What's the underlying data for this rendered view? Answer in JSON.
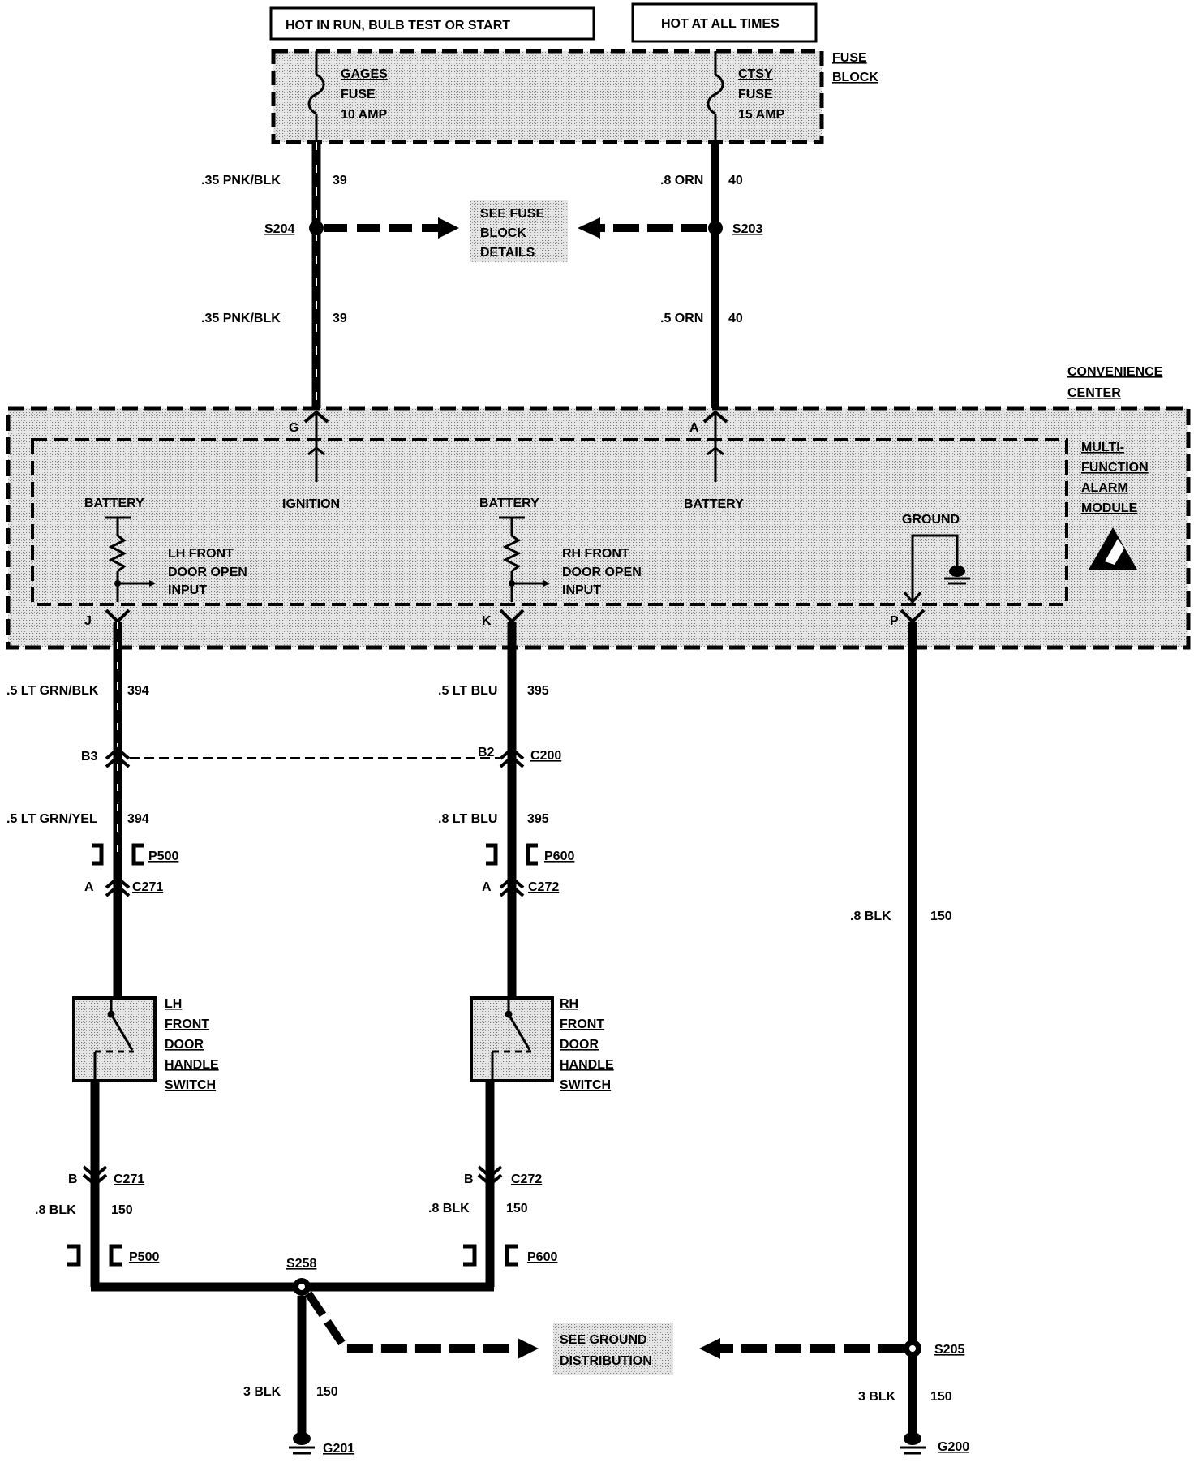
{
  "power_sources": {
    "run": "HOT IN RUN, BULB TEST OR START",
    "always": "HOT AT ALL TIMES"
  },
  "fuse_block": {
    "label": [
      "FUSE",
      "BLOCK"
    ],
    "gages": [
      "GAGES",
      "FUSE",
      "10 AMP"
    ],
    "ctsy": [
      "CTSY",
      "FUSE",
      "15 AMP"
    ]
  },
  "splices": {
    "s204": "S204",
    "s203": "S203",
    "s258": "S258",
    "s205": "S205"
  },
  "see_fuse_block": [
    "SEE FUSE",
    "BLOCK",
    "DETAILS"
  ],
  "see_ground": [
    "SEE GROUND",
    "DISTRIBUTION"
  ],
  "wires": {
    "w39_top": ".35 PNK/BLK",
    "w39_bot": ".35 PNK/BLK",
    "c39": "39",
    "w40_top": ".8 ORN",
    "w40_bot": ".5 ORN",
    "c40": "40",
    "w394_top": ".5 LT GRN/BLK",
    "w394_bot": ".5 LT GRN/YEL",
    "c394": "394",
    "w395_top": ".5 LT BLU",
    "w395_bot": ".8 LT BLU",
    "c395": "395",
    "w150_mod": ".8 BLK",
    "w150_lh": ".8 BLK",
    "w150_rh": ".8 BLK",
    "w150_g201": "3 BLK",
    "w150_g200": "3 BLK",
    "c150": "150"
  },
  "module": {
    "center_label": [
      "CONVENIENCE",
      "CENTER"
    ],
    "module_label": [
      "MULTI-",
      "FUNCTION",
      "ALARM",
      "MODULE"
    ],
    "pins": {
      "G": "G",
      "A": "A",
      "J": "J",
      "K": "K",
      "P": "P"
    },
    "ignition": "IGNITION",
    "battery": "BATTERY",
    "ground": "GROUND",
    "lh_input": [
      "LH FRONT",
      "DOOR OPEN",
      "INPUT"
    ],
    "rh_input": [
      "RH FRONT",
      "DOOR OPEN",
      "INPUT"
    ]
  },
  "connectors": {
    "c200": "C200",
    "b3": "B3",
    "b2": "B2",
    "c271": "C271",
    "c272": "C272",
    "p500": "P500",
    "p600": "P600",
    "pin_a": "A",
    "pin_b": "B"
  },
  "switches": {
    "lh": [
      "LH",
      "FRONT",
      "DOOR",
      "HANDLE",
      "SWITCH"
    ],
    "rh": [
      "RH",
      "FRONT",
      "DOOR",
      "HANDLE",
      "SWITCH"
    ]
  },
  "grounds": {
    "g201": "G201",
    "g200": "G200"
  }
}
